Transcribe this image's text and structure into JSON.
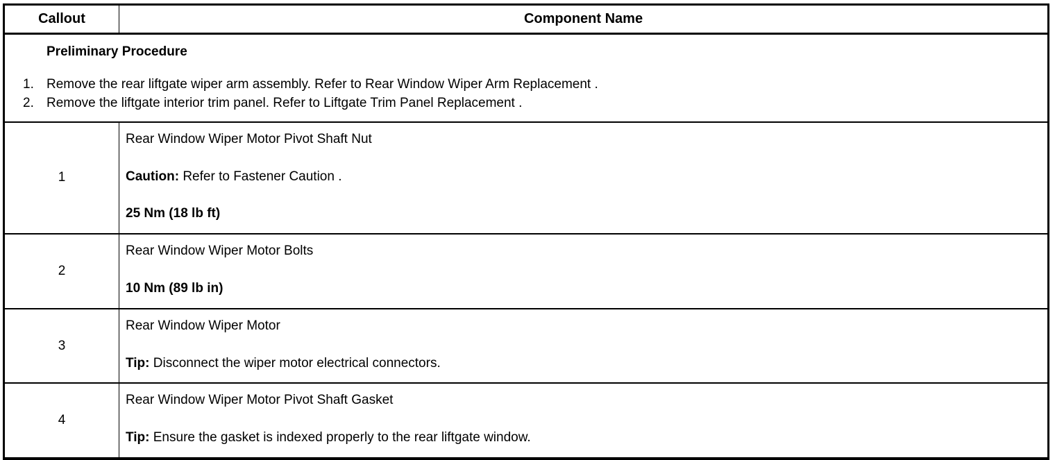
{
  "table": {
    "headers": {
      "callout": "Callout",
      "component_name": "Component Name"
    },
    "preliminary": {
      "title": "Preliminary Procedure",
      "steps": [
        "Remove the rear liftgate wiper arm assembly. Refer to Rear Window Wiper Arm Replacement .",
        "Remove the liftgate interior trim panel. Refer to Liftgate Trim Panel Replacement ."
      ]
    },
    "rows": [
      {
        "callout": "1",
        "name": "Rear Window Wiper Motor Pivot Shaft Nut",
        "note_label": "Caution:",
        "note_text": " Refer to Fastener Caution .",
        "torque": "25 Nm (18 lb ft)"
      },
      {
        "callout": "2",
        "name": "Rear Window Wiper Motor Bolts",
        "note_label": "",
        "note_text": "",
        "torque": "10 Nm (89 lb in)"
      },
      {
        "callout": "3",
        "name": "Rear Window Wiper Motor",
        "note_label": "Tip:",
        "note_text": " Disconnect the wiper motor electrical connectors.",
        "torque": ""
      },
      {
        "callout": "4",
        "name": "Rear Window Wiper Motor Pivot Shaft Gasket",
        "note_label": "Tip:",
        "note_text": " Ensure the gasket is indexed properly to the rear liftgate window.",
        "torque": ""
      }
    ]
  },
  "colors": {
    "text": "#000000",
    "background": "#ffffff",
    "border": "#000000"
  }
}
